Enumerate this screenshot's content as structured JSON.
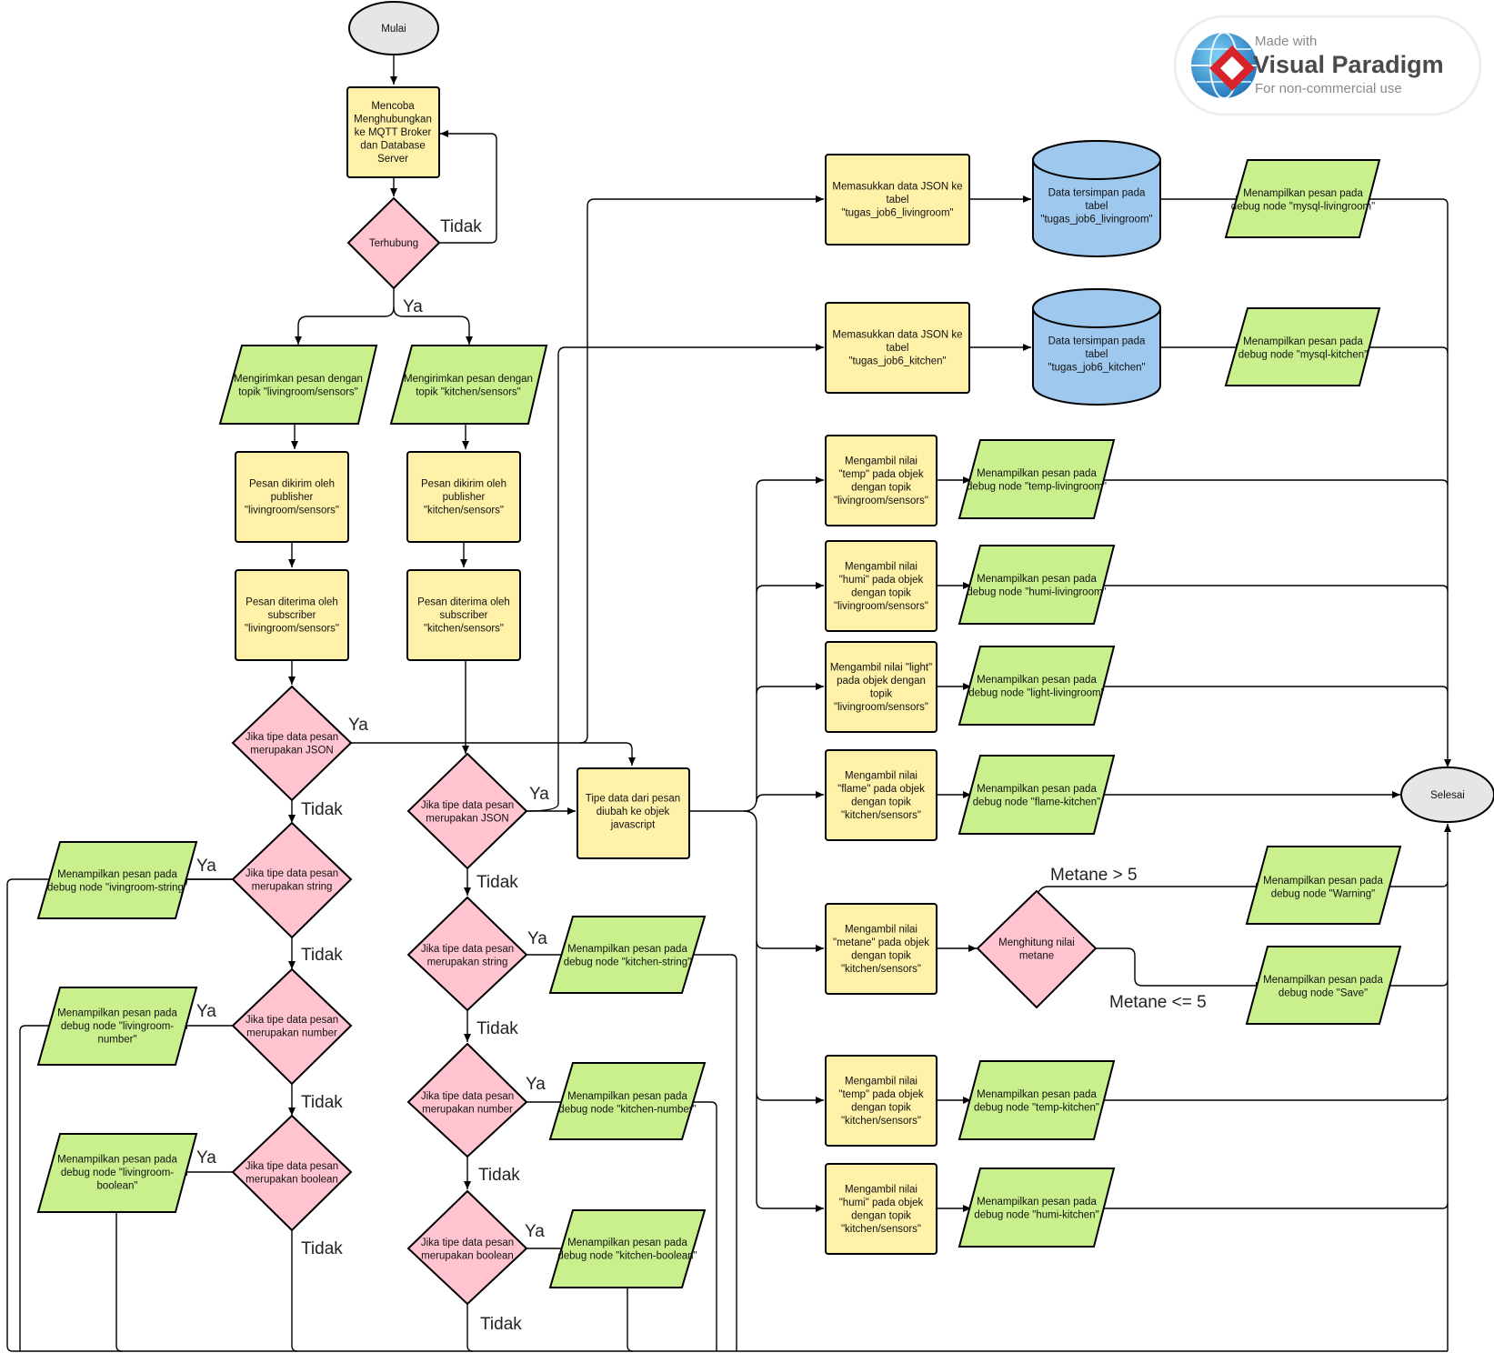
{
  "watermark": {
    "line1": "Made with",
    "line2": "Visual Paradigm",
    "line3": "For non-commercial use"
  },
  "nodes": {
    "mulai": [
      "Mulai"
    ],
    "connect": [
      "Mencoba",
      "Menghubungkan",
      "ke MQTT Broker",
      "dan Database",
      "Server"
    ],
    "terhubung": [
      "Terhubung"
    ],
    "send_lr": [
      "Mengirimkan pesan dengan",
      "topik \"livingroom/sensors\""
    ],
    "send_k": [
      "Mengirimkan pesan dengan",
      "topik \"kitchen/sensors\""
    ],
    "pub_lr": [
      "Pesan dikirim oleh",
      "publisher",
      "\"livingroom/sensors\""
    ],
    "pub_k": [
      "Pesan dikirim oleh",
      "publisher",
      "\"kitchen/sensors\""
    ],
    "sub_lr": [
      "Pesan diterima oleh",
      "subscriber",
      "\"livingroom/sensors\""
    ],
    "sub_k": [
      "Pesan diterima oleh",
      "subscriber",
      "\"kitchen/sensors\""
    ],
    "lr_json": [
      "Jika tipe data pesan",
      "merupakan JSON"
    ],
    "lr_string": [
      "Jika tipe data pesan",
      "merupakan string"
    ],
    "lr_number": [
      "Jika tipe data pesan",
      "merupakan number"
    ],
    "lr_boolean": [
      "Jika tipe data pesan",
      "merupakan boolean"
    ],
    "out_lr_string": [
      "Menampilkan pesan pada",
      "debug node \"ivingroom-string\""
    ],
    "out_lr_number": [
      "Menampilkan pesan pada",
      "debug node \"livingroom-",
      "number\""
    ],
    "out_lr_boolean": [
      "Menampilkan pesan pada",
      "debug node \"livingroom-",
      "boolean\""
    ],
    "k_json": [
      "Jika tipe data pesan",
      "merupakan JSON"
    ],
    "k_string": [
      "Jika tipe data pesan",
      "merupakan string"
    ],
    "k_number": [
      "Jika tipe data pesan",
      "merupakan number"
    ],
    "k_boolean": [
      "Jika tipe data pesan",
      "merupakan boolean"
    ],
    "out_k_string": [
      "Menampilkan pesan pada",
      "debug node \"kitchen-string\""
    ],
    "out_k_number": [
      "Menampilkan pesan pada",
      "debug node \"kitchen-number\""
    ],
    "out_k_boolean": [
      "Menampilkan pesan pada",
      "debug node \"kitchen-boolean\""
    ],
    "convert": [
      "Tipe data dari pesan",
      "diubah ke objek",
      "javascript"
    ],
    "insert_lr": [
      "Memasukkan data JSON ke",
      "tabel",
      "\"tugas_job6_livingroom\""
    ],
    "insert_k": [
      "Memasukkan data JSON ke",
      "tabel",
      "\"tugas_job6_kitchen\""
    ],
    "db_lr": [
      "Data tersimpan pada",
      "tabel",
      "\"tugas_job6_livingroom\""
    ],
    "db_k": [
      "Data tersimpan pada",
      "tabel",
      "\"tugas_job6_kitchen\""
    ],
    "out_mysql_lr": [
      "Menampilkan pesan pada",
      "debug node \"mysql-livingroom\""
    ],
    "out_mysql_k": [
      "Menampilkan pesan pada",
      "debug node \"mysql-kitchen\""
    ],
    "get_temp_lr": [
      "Mengambil nilai",
      "\"temp\" pada objek",
      "dengan topik",
      "\"livingroom/sensors\""
    ],
    "get_humi_lr": [
      "Mengambil nilai",
      "\"humi\" pada objek",
      "dengan topik",
      "\"livingroom/sensors\""
    ],
    "get_light_lr": [
      "Mengambil nilai \"light\"",
      "pada objek dengan",
      "topik",
      "\"livingroom/sensors\""
    ],
    "get_flame_k": [
      "Mengambil nilai",
      "\"flame\" pada objek",
      "dengan topik",
      "\"kitchen/sensors\""
    ],
    "get_metane_k": [
      "Mengambil nilai",
      "\"metane\" pada objek",
      "dengan topik",
      "\"kitchen/sensors\""
    ],
    "get_temp_k": [
      "Mengambil nilai",
      "\"temp\" pada objek",
      "dengan topik",
      "\"kitchen/sensors\""
    ],
    "get_humi_k": [
      "Mengambil nilai",
      "\"humi\" pada objek",
      "dengan topik",
      "\"kitchen/sensors\""
    ],
    "out_temp_lr": [
      "Menampilkan pesan pada",
      "debug node \"temp-livingroom\""
    ],
    "out_humi_lr": [
      "Menampilkan pesan pada",
      "debug node \"humi-livingroom\""
    ],
    "out_light_lr": [
      "Menampilkan pesan pada",
      "debug node \"light-livingroom\""
    ],
    "out_flame_k": [
      "Menampilkan pesan pada",
      "debug node \"flame-kitchen\""
    ],
    "calc_metane": [
      "Menghitung nilai",
      "metane"
    ],
    "out_warning": [
      "Menampilkan pesan pada",
      "debug node \"Warning\""
    ],
    "out_save": [
      "Menampilkan pesan pada",
      "debug node \"Save\""
    ],
    "out_temp_k": [
      "Menampilkan pesan pada",
      "debug node \"temp-kitchen\""
    ],
    "out_humi_k": [
      "Menampilkan pesan pada",
      "debug node \"humi-kitchen\""
    ],
    "selesai": [
      "Selesai"
    ]
  },
  "labels": {
    "tidak_connect": "Tidak",
    "ya_connect": "Ya",
    "ya_lr_json": "Ya",
    "tidak_lr_json": "Tidak",
    "ya_lr_string": "Ya",
    "tidak_lr_string": "Tidak",
    "ya_lr_number": "Ya",
    "tidak_lr_number": "Tidak",
    "ya_lr_boolean": "Ya",
    "tidak_lr_boolean": "Tidak",
    "ya_k_json": "Ya",
    "tidak_k_json": "Tidak",
    "ya_k_string": "Ya",
    "tidak_k_string": "Tidak",
    "ya_k_number": "Ya",
    "tidak_k_number": "Tidak",
    "ya_k_boolean": "Ya",
    "tidak_k_boolean": "Tidak",
    "metane_gt": "Metane > 5",
    "metane_le": "Metane <= 5"
  }
}
